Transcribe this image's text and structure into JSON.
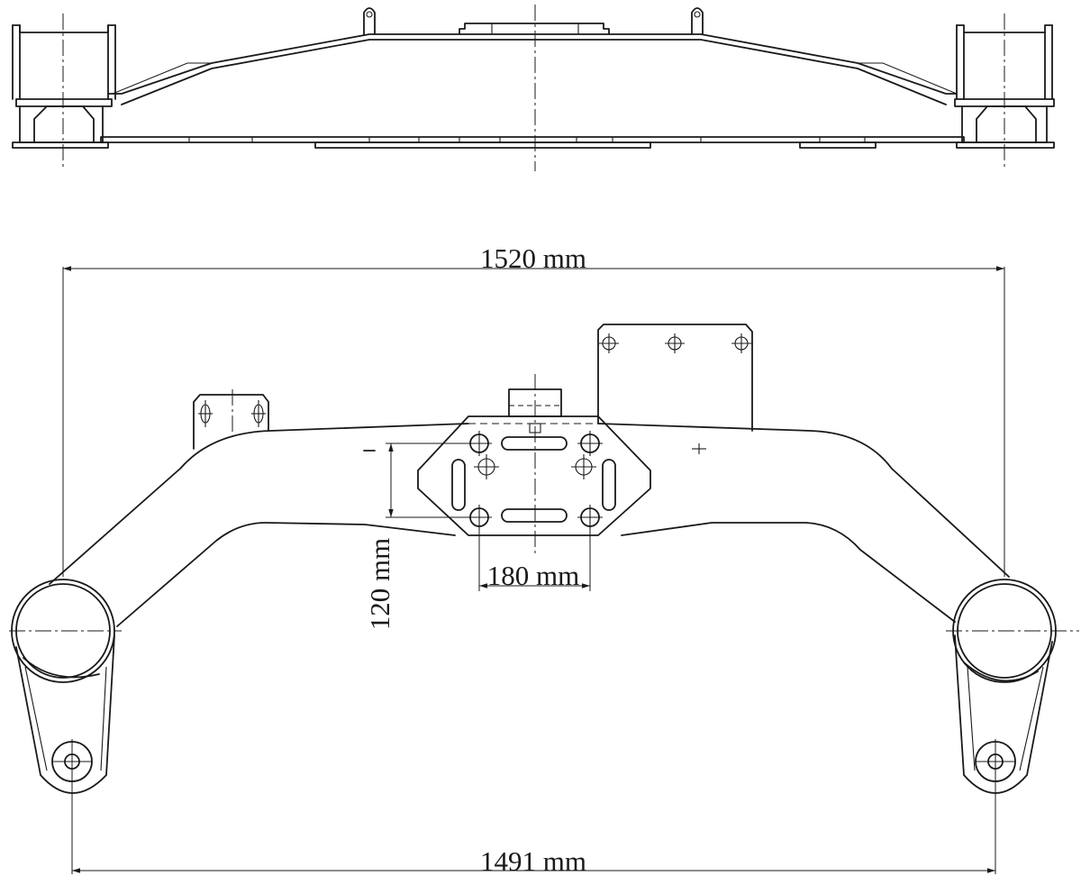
{
  "dimensions": {
    "overall_top": "1520 mm",
    "overall_bottom": "1491 mm",
    "bolt_spacing_horizontal": "180 mm",
    "bolt_spacing_vertical": "120 mm"
  },
  "colors": {
    "line": "#1a1a1a",
    "background": "#ffffff"
  }
}
